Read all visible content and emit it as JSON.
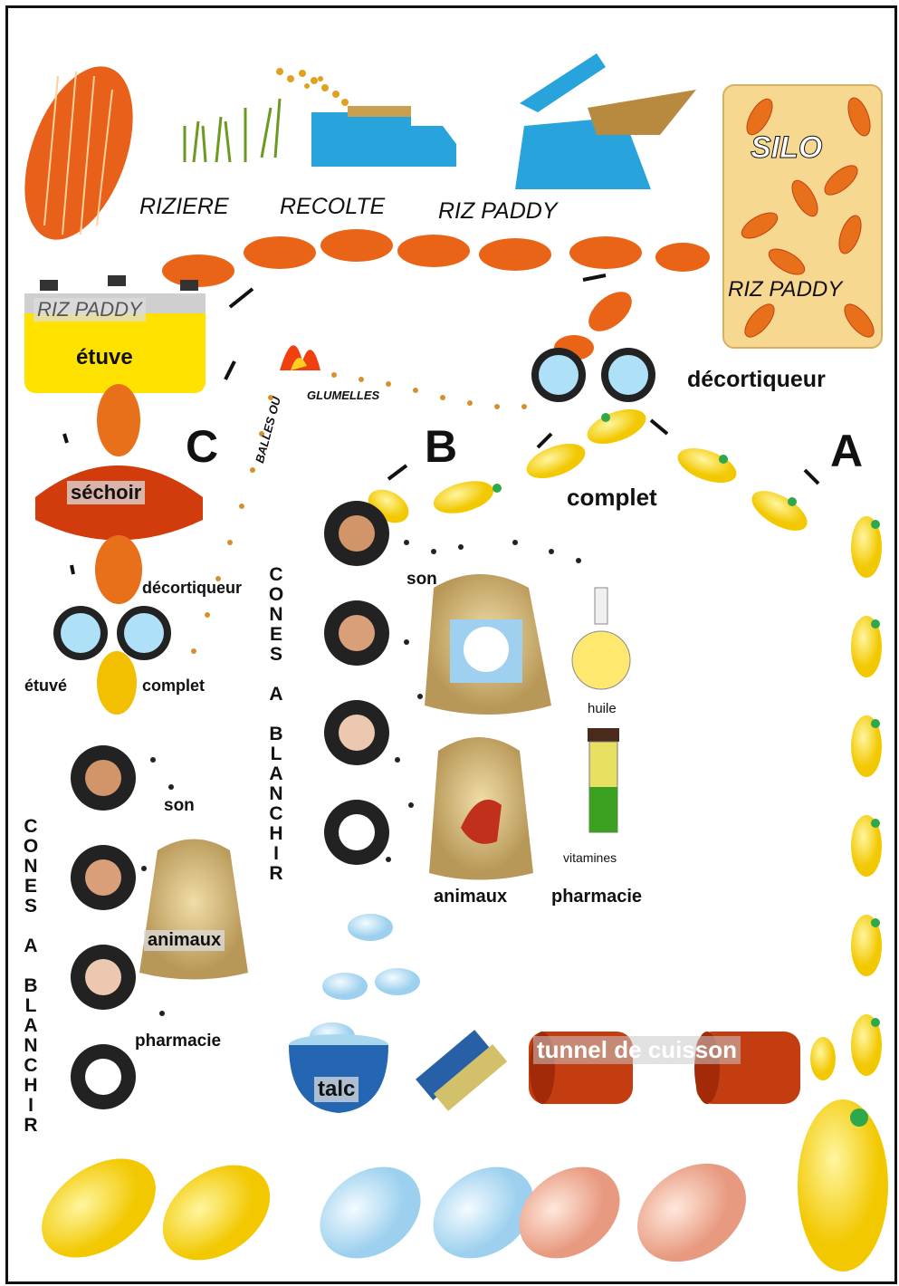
{
  "top_labels": {
    "riziere": "RIZIERE",
    "recolte": "RECOLTE",
    "riz_paddy": "RIZ PADDY"
  },
  "silo": {
    "title": "SILO",
    "subtitle": "RIZ PADDY"
  },
  "etuve_tank": {
    "title": "RIZ PADDY",
    "label": "étuve"
  },
  "sechoir": "séchoir",
  "decortiqueur_main": "décortiqueur",
  "decortiqueur_small": "décortiqueur",
  "glumelles": "GLUMELLES",
  "balles_ou": "BALLES OU",
  "letters": {
    "a": "A",
    "b": "B",
    "c": "C"
  },
  "complet_main": "complet",
  "left_grains": {
    "etuve": "étuvé",
    "complet": "complet"
  },
  "cones_b": [
    "C",
    "O",
    "N",
    "E",
    "S",
    " ",
    "A",
    " ",
    "B",
    "L",
    "A",
    "N",
    "C",
    "H",
    "I",
    "R"
  ],
  "cones_c": [
    "C",
    "O",
    "N",
    "E",
    "S",
    " ",
    "A",
    " ",
    "B",
    "L",
    "A",
    "N",
    "C",
    "H",
    "I",
    "R"
  ],
  "son_b": "son",
  "son_c": "son",
  "huile": "huile",
  "vitamines": "vitamines",
  "animaux_b": "animaux",
  "pharmacie_b": "pharmacie",
  "animaux_c": "animaux",
  "pharmacie_c": "pharmacie",
  "talc": "talc",
  "tunnel": "tunnel de cuisson"
}
